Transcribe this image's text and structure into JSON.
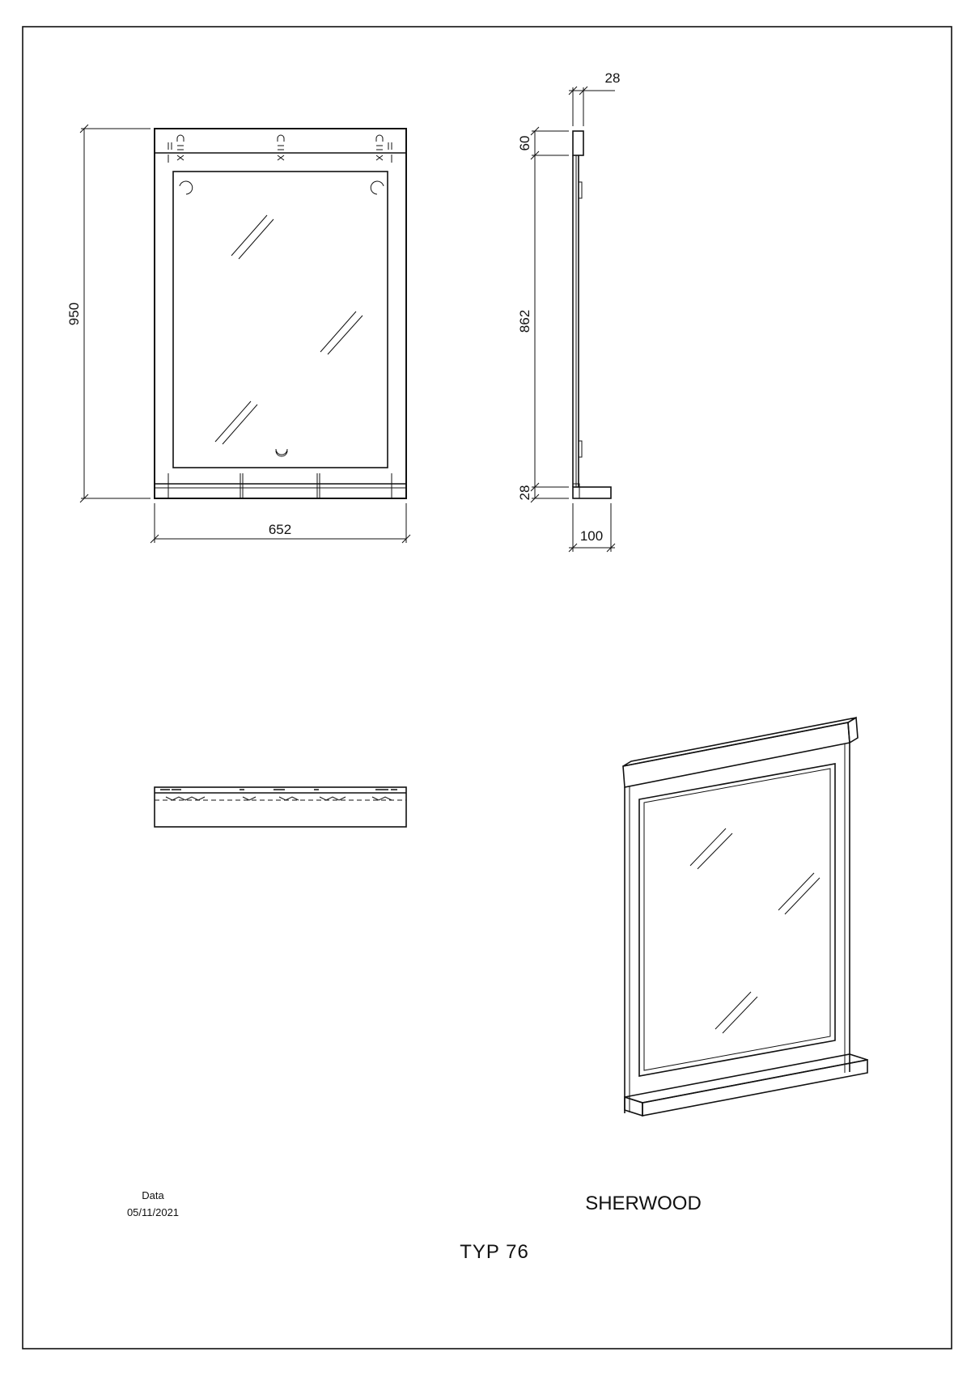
{
  "dimensions": {
    "front_height": "950",
    "front_width": "652",
    "side_top_depth": "28",
    "side_top_block": "60",
    "side_body": "862",
    "side_shelf_thick": "28",
    "side_shelf_depth": "100"
  },
  "title_block": {
    "date_label": "Data",
    "date_value": "05/11/2021",
    "product_name": "SHERWOOD",
    "type_label": "TYP 76"
  }
}
